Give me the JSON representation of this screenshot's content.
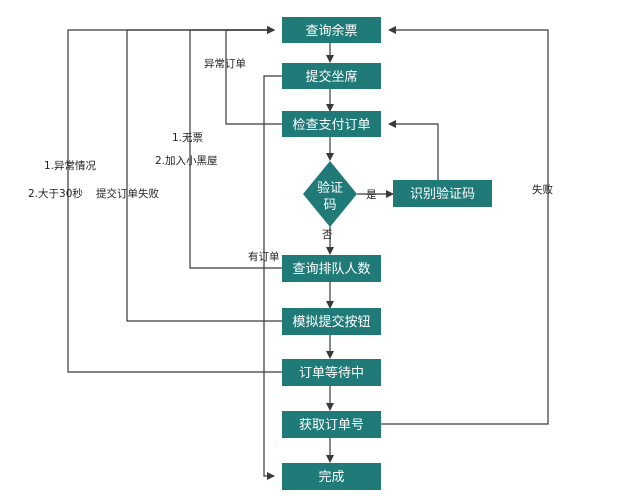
{
  "diagram": {
    "nodes": {
      "query_tickets": "查询余票",
      "submit_seat": "提交坐席",
      "check_payment": "检查支付订单",
      "captcha_line1": "验证",
      "captcha_line2": "码",
      "recognize_captcha": "识别验证码",
      "query_queue": "查询排队人数",
      "simulate_submit": "模拟提交按钮",
      "order_waiting": "订单等待中",
      "get_order_no": "获取订单号",
      "done": "完成"
    },
    "labels": {
      "abnormal_order": "异常订单",
      "no_ticket": "1.无票",
      "blacklist": "2.加入小黑屋",
      "abnormal_case": "1.异常情况",
      "over_30s": "2.大于30秒",
      "submit_failed": "提交订单失败",
      "yes": "是",
      "no": "否",
      "has_order": "有订单",
      "failed": "失败"
    },
    "colors": {
      "node_fill": "#1f7a78",
      "node_text": "#ffffff",
      "edge": "#3a3a3a"
    }
  }
}
